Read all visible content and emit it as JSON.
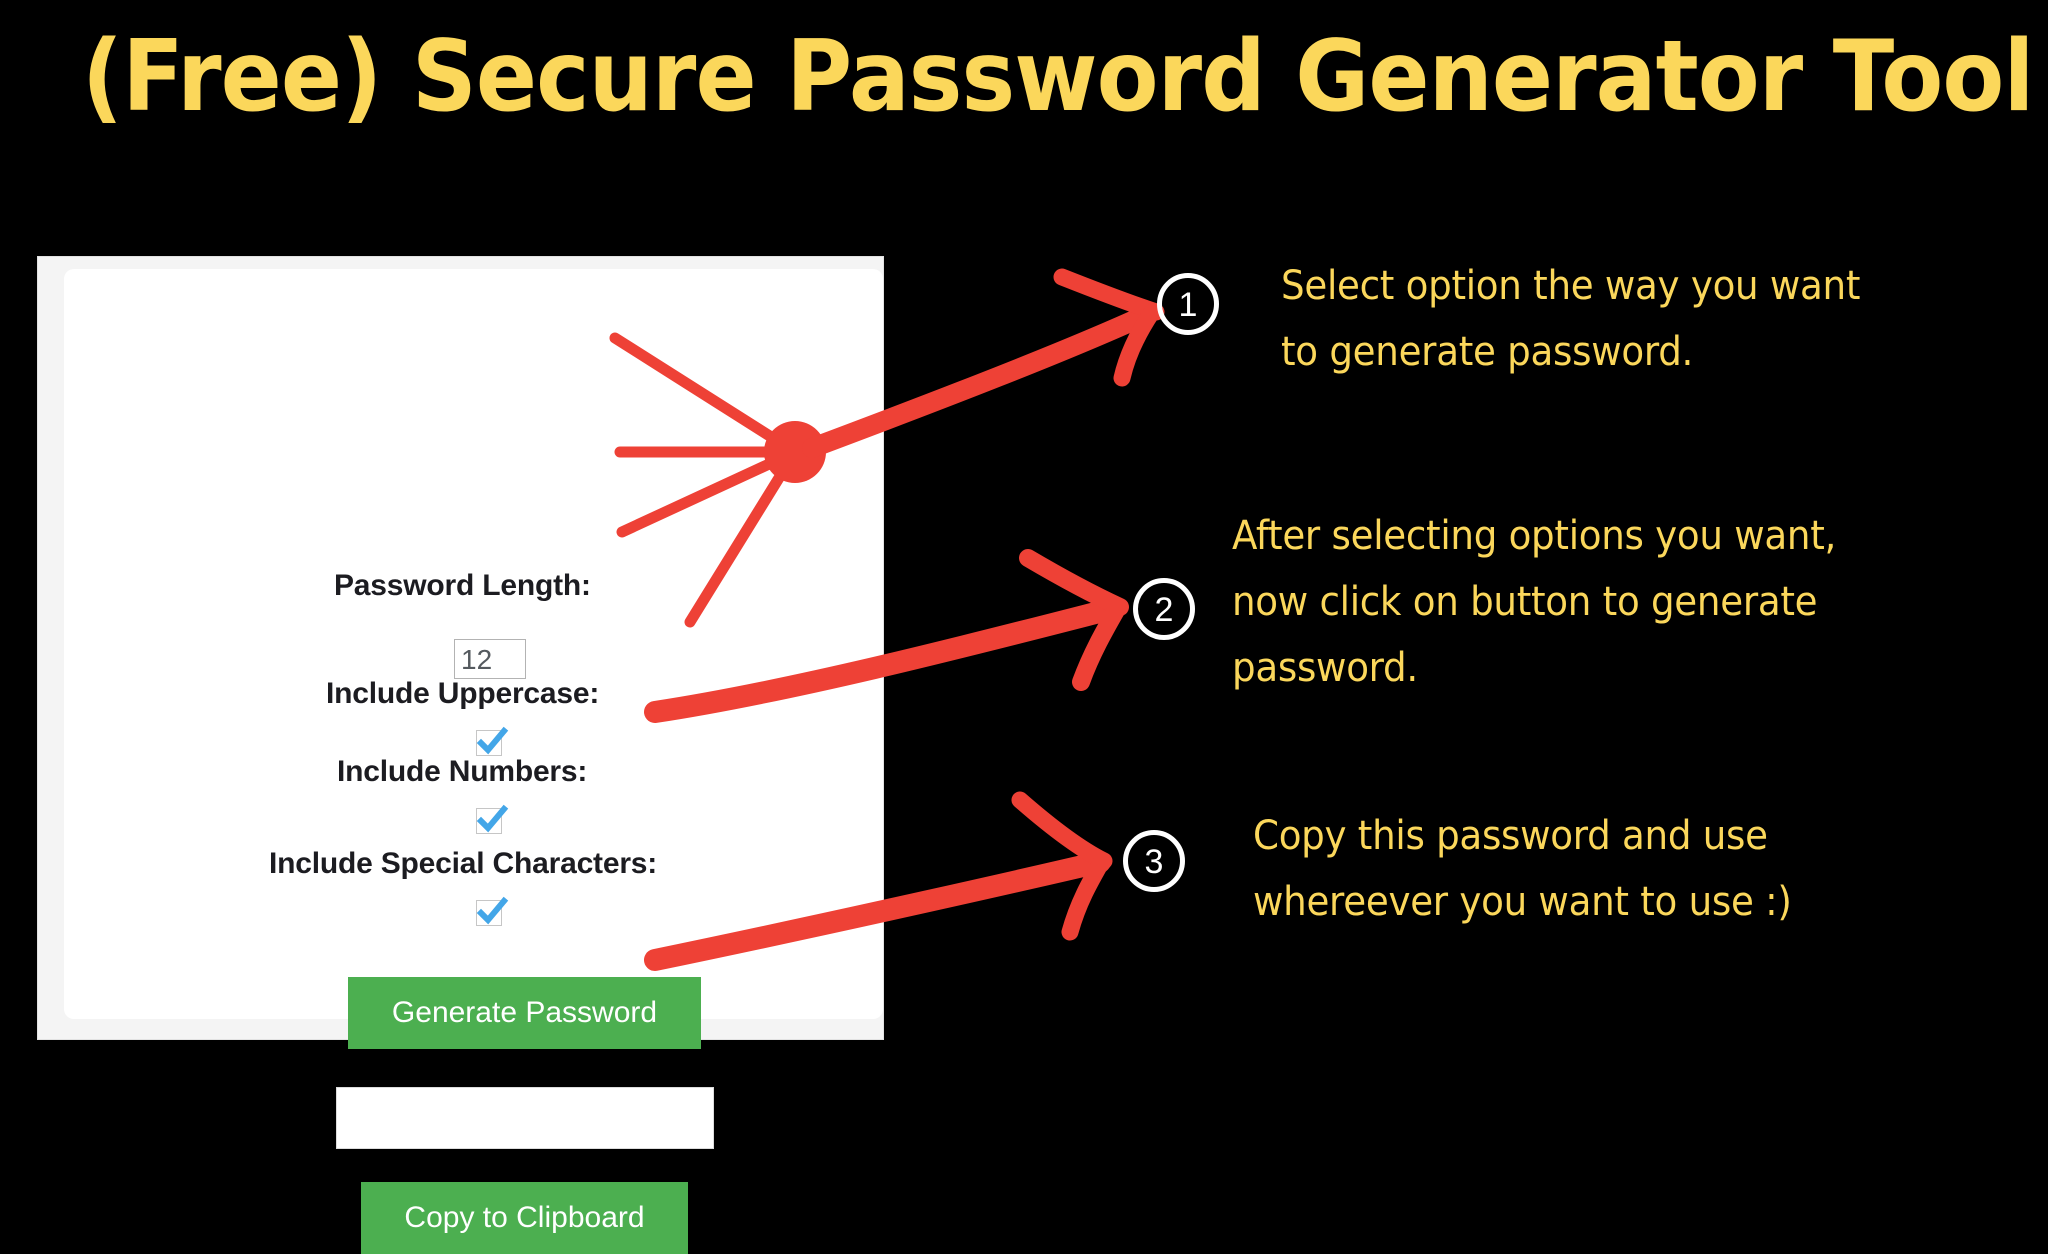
{
  "page": {
    "title": "(Free) Secure Password Generator Tool",
    "background_color": "#000000",
    "accent_yellow": "#FBD75B",
    "accent_red": "#EE4136",
    "accent_green": "#4CAF50",
    "checkbox_blue": "#43A6E8"
  },
  "form": {
    "panel_background": "#FFFFFF",
    "fields": [
      {
        "label": "Password Length:",
        "type": "number-input",
        "value": "12"
      },
      {
        "label": "Include Uppercase:",
        "type": "checkbox",
        "checked": true
      },
      {
        "label": "Include Numbers:",
        "type": "checkbox",
        "checked": true
      },
      {
        "label": "Include Special Characters:",
        "type": "checkbox",
        "checked": true
      }
    ],
    "generate_button": "Generate Password",
    "password_output": "",
    "password_output_placeholder": "",
    "copy_button": "Copy to Clipboard"
  },
  "annotations": [
    {
      "number": "1",
      "text": "Select option the way you want\nto generate password."
    },
    {
      "number": "2",
      "text": "After selecting options you want,\nnow click on button to generate\npassword."
    },
    {
      "number": "3",
      "text": "Copy this password and use\nwhereever you want to use :)"
    }
  ],
  "icons": {
    "checkmark": "check-icon",
    "arrow": "arrow-right-icon",
    "hub": "connector-dot-icon"
  }
}
